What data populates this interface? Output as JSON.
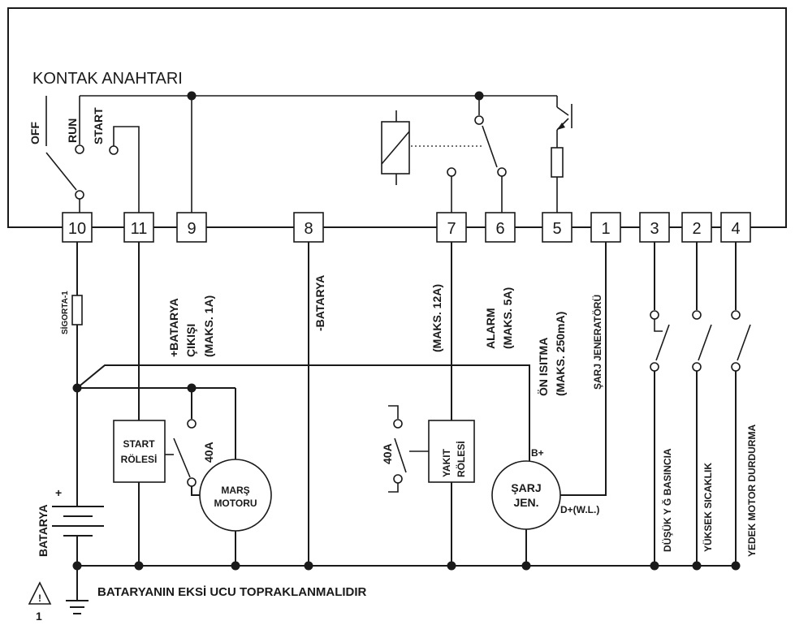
{
  "title": "KONTAK ANAHTARI",
  "switch_positions": {
    "off": "OFF",
    "run": "RUN",
    "start": "START"
  },
  "terminals": [
    "10",
    "11",
    "9",
    "8",
    "7",
    "6",
    "5",
    "1",
    "3",
    "2",
    "4"
  ],
  "wire_labels": {
    "fuse": "SİGORTA-1",
    "battery_out_1": "+BATARYA",
    "battery_out_2": "ÇIKIŞI",
    "battery_out_3": "(MAKS. 1A)",
    "battery_neg": "-BATARYA",
    "fuel_max": "(MAKS. 12A)",
    "alarm_1": "ALARM",
    "alarm_2": "(MAKS. 5A)",
    "preheat_1": "ÖN ISITMA",
    "preheat_2": "(MAKS. 250mA)",
    "charge_gen": "ŞARJ JENERATÖRÜ"
  },
  "components": {
    "start_relay_1": "START",
    "start_relay_2": "RÖLESİ",
    "start_contact": "40A",
    "starter_motor_1": "MARŞ",
    "starter_motor_2": "MOTORU",
    "fuel_contact": "40A",
    "fuel_relay_1": "YAKIT",
    "fuel_relay_2": "RÖLESİ",
    "alternator_1": "ŞARJ",
    "alternator_2": "JEN.",
    "b_plus": "B+",
    "d_plus": "D+(W.L.)",
    "battery": "BATARYA",
    "battery_plus": "+"
  },
  "sensors": {
    "low_oil": "DÜŞÜK Y Ğ BASINCIA",
    "high_temp": "YÜKSEK SICAKLIK",
    "spare_stop": "YEDEK MOTOR DURDURMA"
  },
  "footer": {
    "ground_note": "BATARYANIN EKSİ UCU TOPRAKLANMALIDIR",
    "warning_num": "1",
    "warning_mark": "!"
  }
}
